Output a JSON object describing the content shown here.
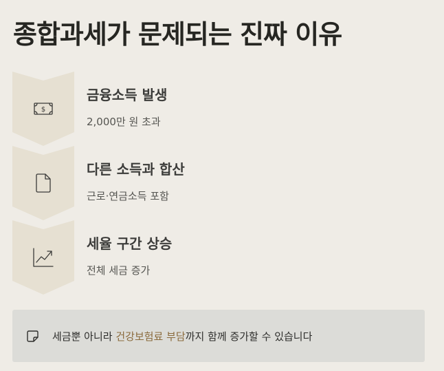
{
  "page": {
    "title": "종합과세가 문제되는 진짜 이유"
  },
  "steps": [
    {
      "title": "금융소득 발생",
      "description": "2,000만 원 초과",
      "icon": "money-bill-icon"
    },
    {
      "title": "다른 소득과 합산",
      "description": "근로·연금소득 포함",
      "icon": "document-icon"
    },
    {
      "title": "세율 구간 상승",
      "description": "전체 세금 증가",
      "icon": "trending-up-icon"
    }
  ],
  "note": {
    "icon": "sticky-note-icon",
    "text_before": "세금뿐 아니라 ",
    "highlight": "건강보험료 부담",
    "text_after": "까지 함께 증가할 수 있습니다"
  },
  "colors": {
    "background": "#efece6",
    "chevron": "#e6e0d2",
    "note_background": "#dcdcd8",
    "highlight": "#8a6a3c"
  }
}
